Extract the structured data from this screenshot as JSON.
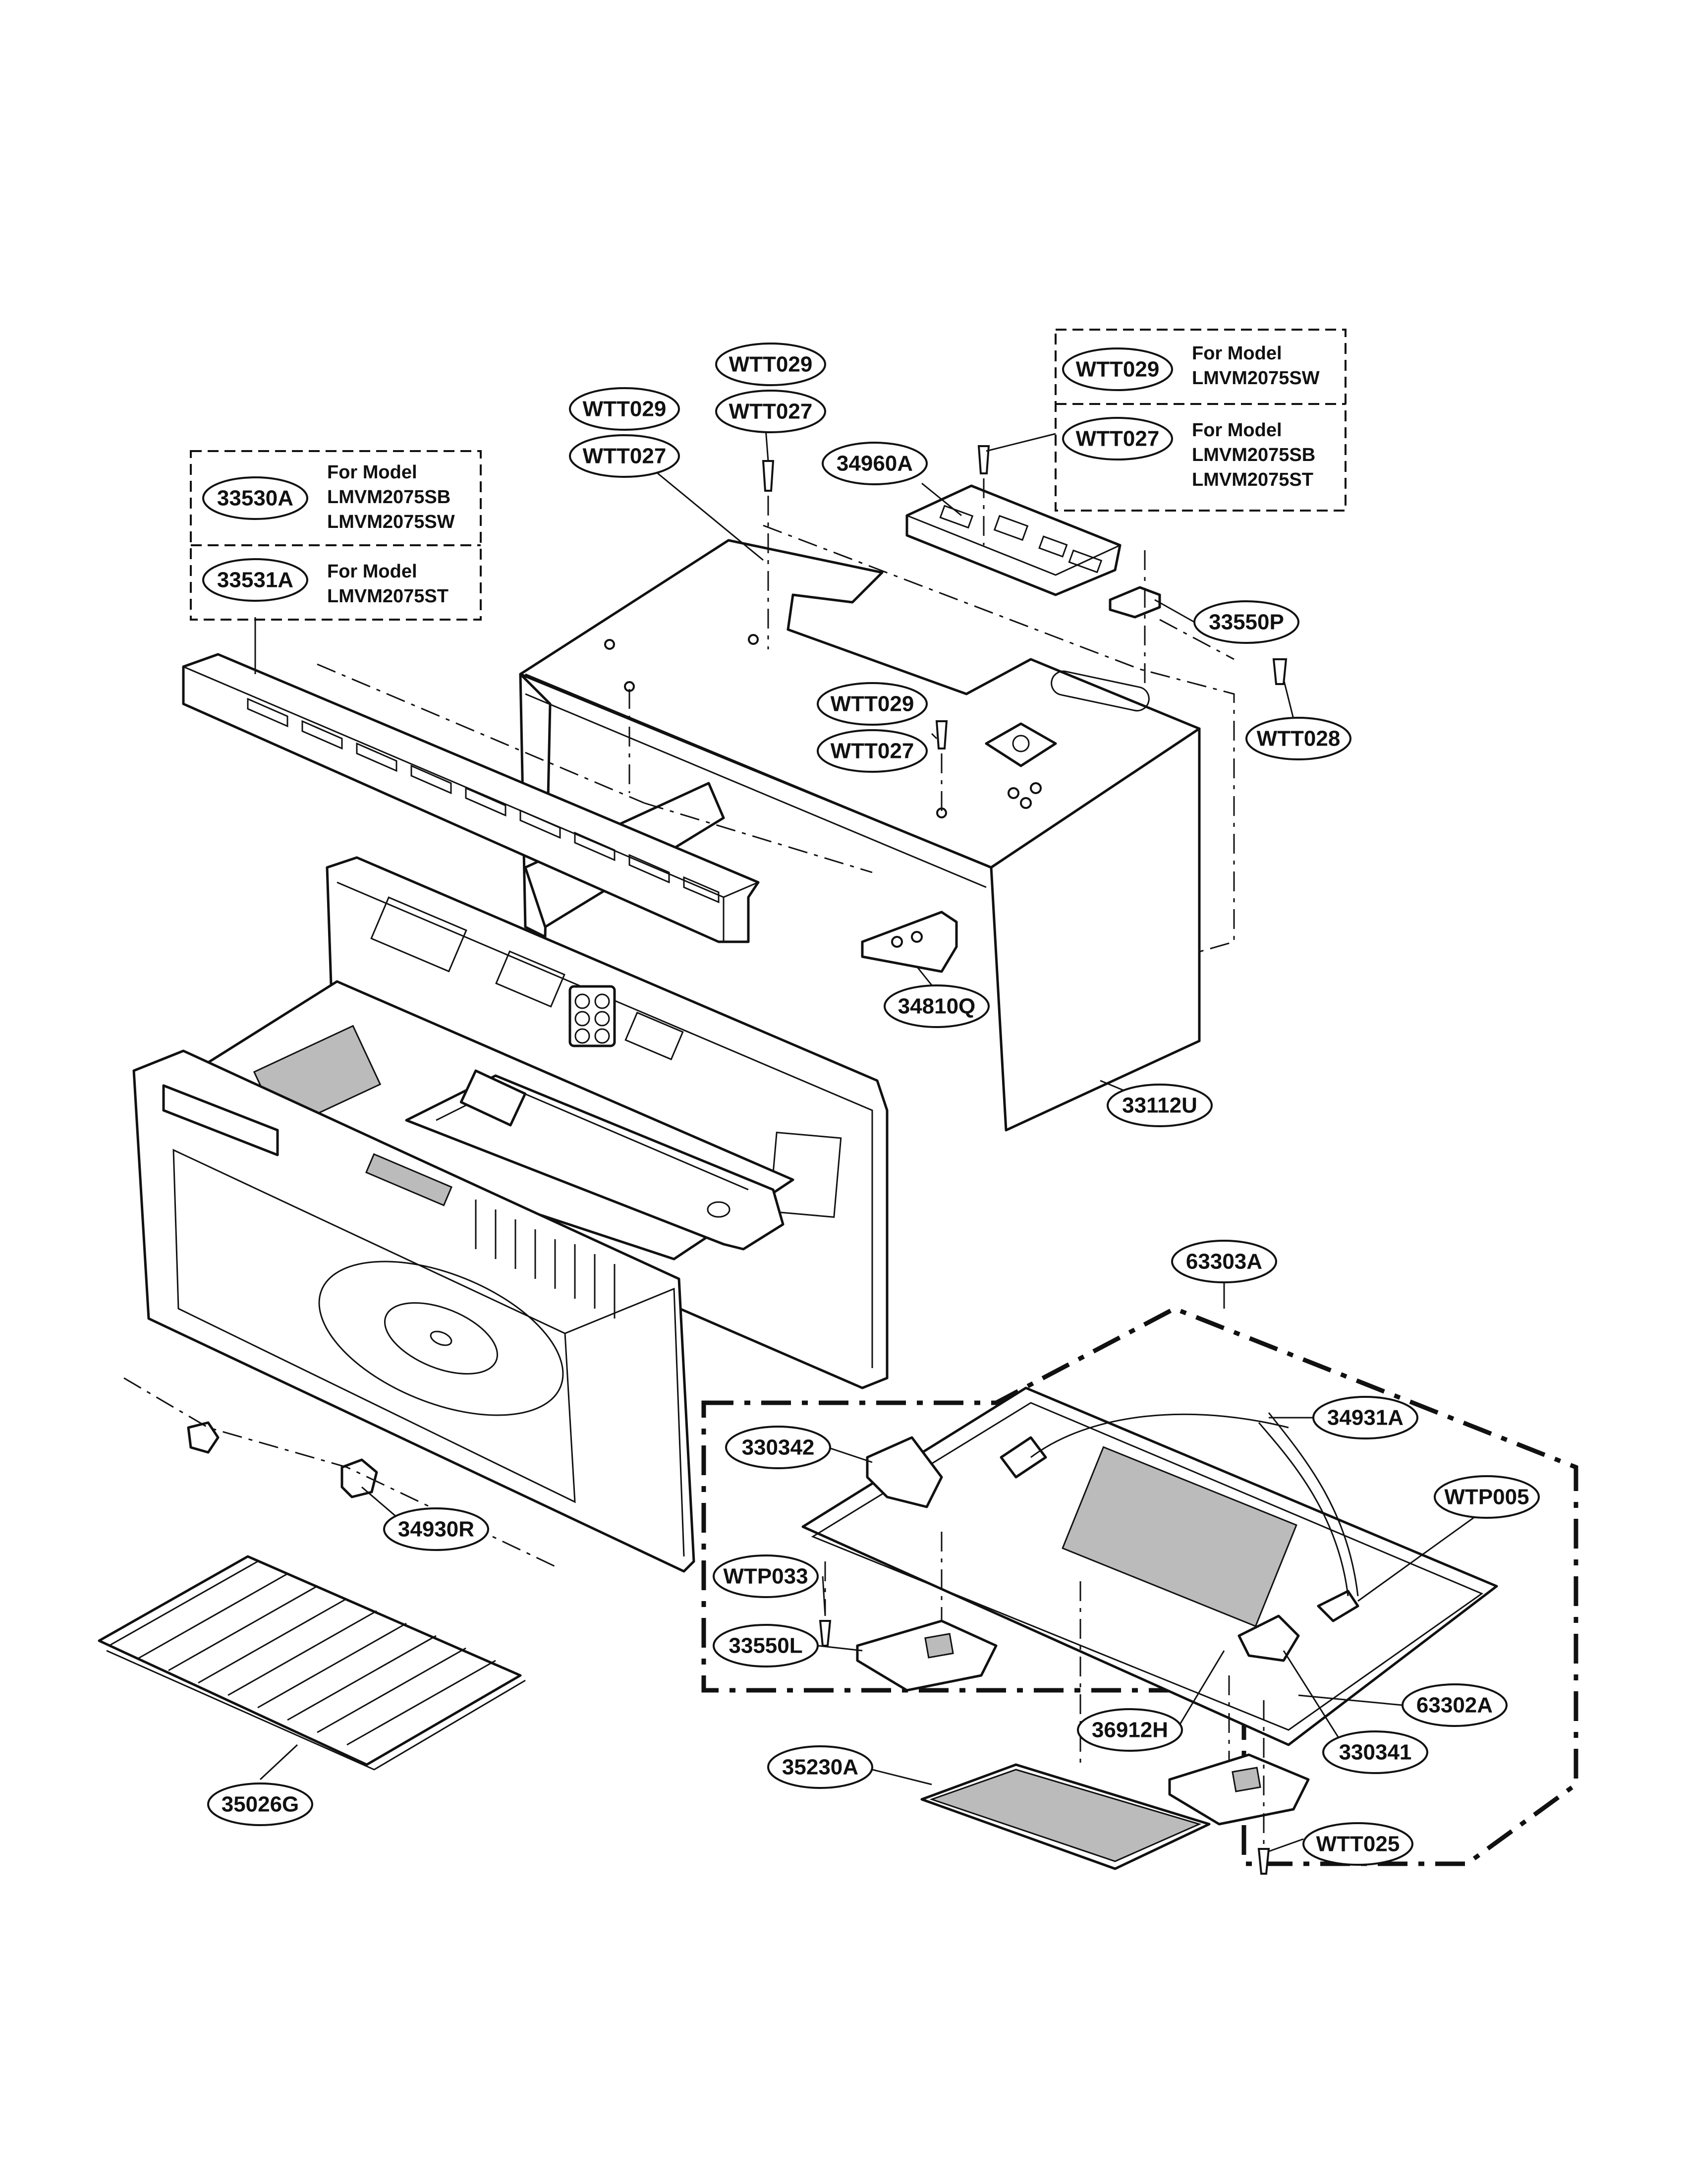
{
  "colors": {
    "line": "#111111",
    "background": "#ffffff"
  },
  "notes": {
    "box_33530A": {
      "label": "For Model",
      "models": [
        "LMVM2075SB",
        "LMVM2075SW"
      ]
    },
    "box_33531A": {
      "label": "For Model",
      "models": [
        "LMVM2075ST"
      ]
    },
    "box_WTT029": {
      "label": "For Model",
      "models": [
        "LMVM2075SW"
      ]
    },
    "box_WTT027": {
      "label": "For Model",
      "models": [
        "LMVM2075SB",
        "LMVM2075ST"
      ]
    }
  },
  "callouts": {
    "c33530A": "33530A",
    "c33531A": "33531A",
    "cWTT029_box": "WTT029",
    "cWTT027_box": "WTT027",
    "cWTT029_a": "WTT029",
    "cWTT027_a": "WTT027",
    "cWTT029_b": "WTT029",
    "cWTT027_b": "WTT027",
    "cWTT029_c": "WTT029",
    "cWTT027_c": "WTT027",
    "c34960A": "34960A",
    "c33550P": "33550P",
    "cWTT028": "WTT028",
    "c34810Q": "34810Q",
    "c33112U": "33112U",
    "c63303A": "63303A",
    "c34931A": "34931A",
    "c330342": "330342",
    "cWTP005": "WTP005",
    "cWTP033": "WTP033",
    "c33550L": "33550L",
    "c63302A": "63302A",
    "c36912H": "36912H",
    "c330341": "330341",
    "c35230A": "35230A",
    "cWTT025": "WTT025",
    "c34930R": "34930R",
    "c35026G": "35026G"
  }
}
